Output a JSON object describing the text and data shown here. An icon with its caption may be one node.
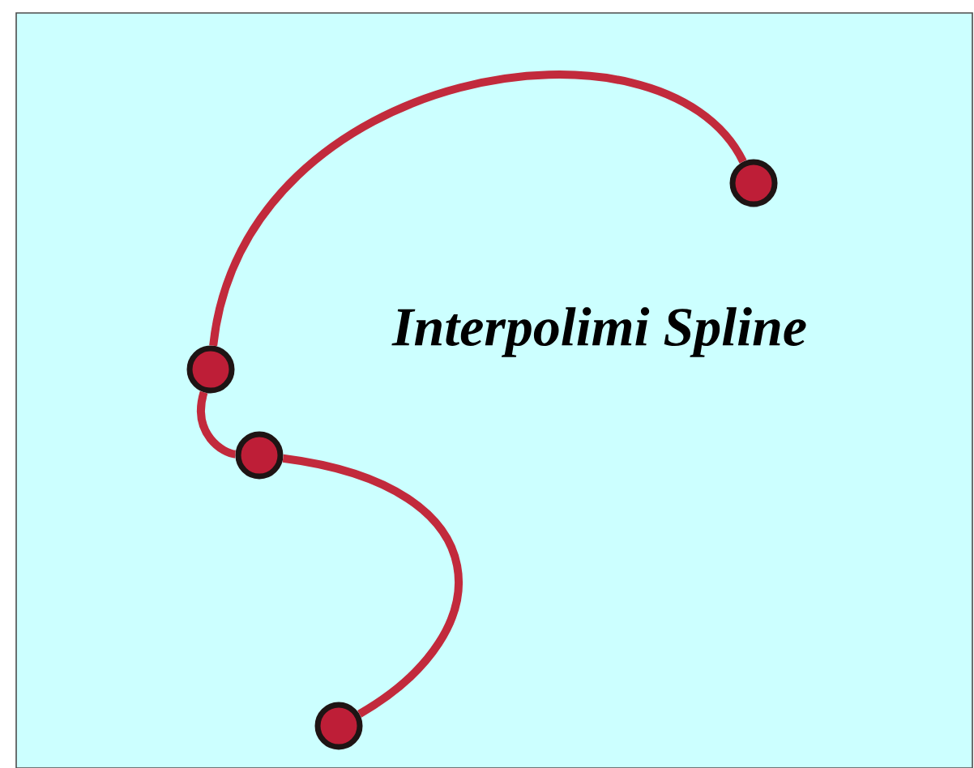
{
  "diagram": {
    "title": "Interpolimi Spline",
    "nodes": [
      {
        "text": [],
        "shape": "circle"
      },
      {
        "text": [],
        "shape": "circle"
      },
      {
        "text": [],
        "shape": "circle"
      },
      {
        "text": [],
        "shape": "circle"
      }
    ],
    "edges": [
      {
        "from": 1,
        "to": 0,
        "arrow": "none"
      },
      {
        "from": 1,
        "to": 2,
        "arrow": "none"
      },
      {
        "from": 2,
        "to": 3,
        "arrow": "none"
      }
    ]
  }
}
